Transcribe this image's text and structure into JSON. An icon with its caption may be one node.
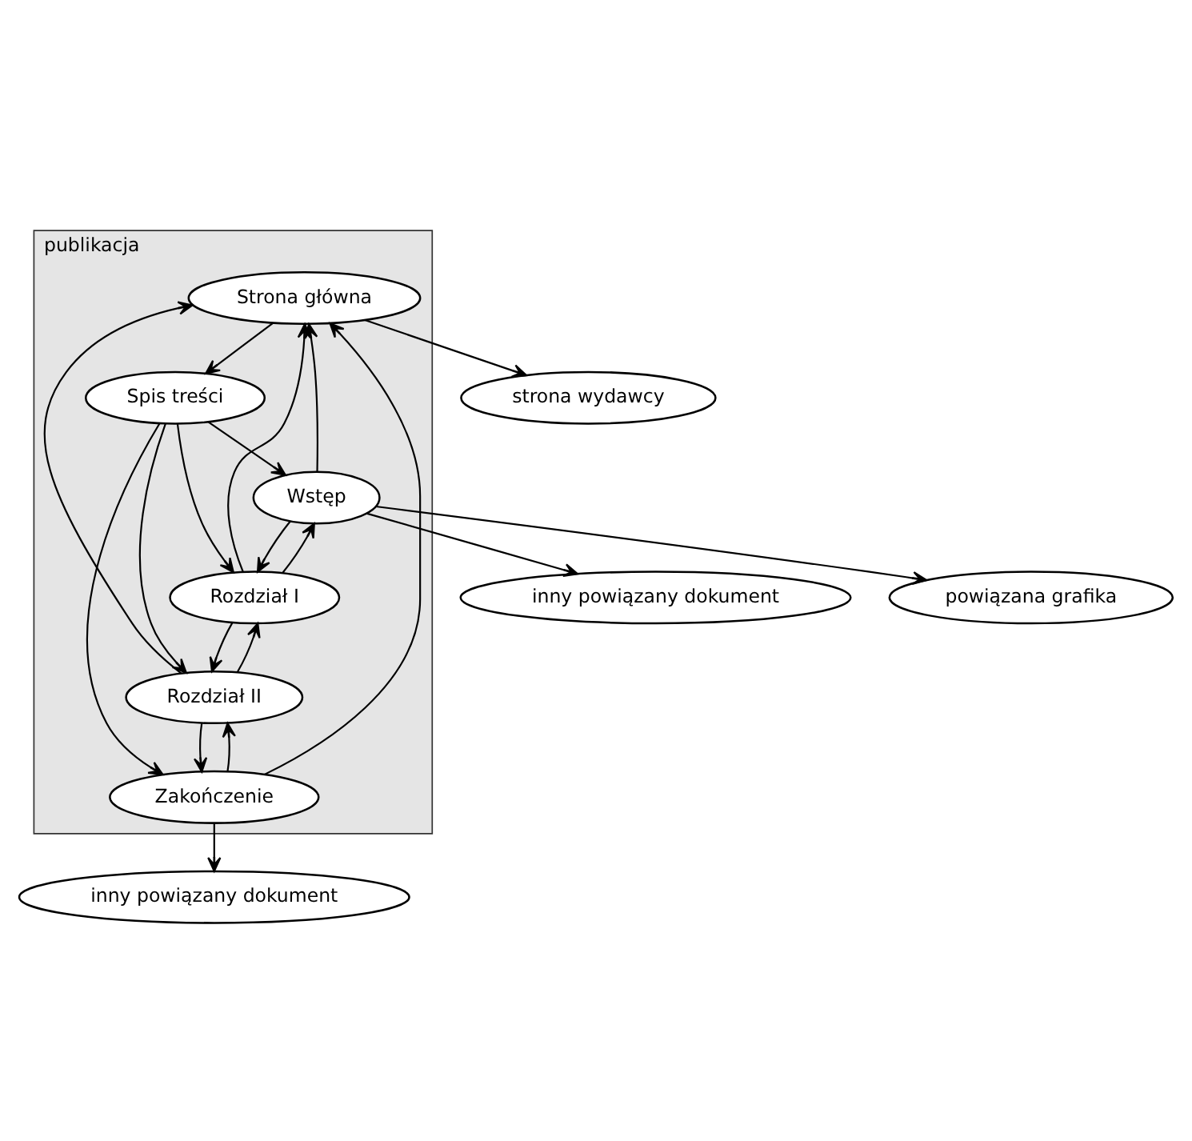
{
  "diagram": {
    "nodes": [
      {
        "text": [
          "publikacja"
        ]
      },
      {
        "text": [
          "Strona główna"
        ],
        "in": 0
      },
      {
        "text": [
          "Spis treści"
        ],
        "in": 0
      },
      {
        "text": [
          "Wstęp"
        ],
        "in": 0
      },
      {
        "text": [
          "Rozdział I"
        ],
        "in": 0
      },
      {
        "text": [
          "Rozdział II"
        ],
        "in": 0
      },
      {
        "text": [
          "Zakończenie"
        ],
        "in": 0
      },
      {
        "text": [
          "strona wydawcy"
        ]
      },
      {
        "text": [
          "inny powiązany dokument"
        ]
      },
      {
        "text": [
          "powiązana grafika"
        ]
      },
      {
        "text": [
          "inny powiązany dokument"
        ]
      }
    ],
    "edges": [
      {
        "from": 1,
        "to": 7,
        "arrow": "to"
      },
      {
        "from": 1,
        "to": 2,
        "arrow": "to"
      },
      {
        "from": 2,
        "to": 3,
        "arrow": "to"
      },
      {
        "from": 2,
        "to": 4,
        "arrow": "to"
      },
      {
        "from": 2,
        "to": 5,
        "arrow": "to"
      },
      {
        "from": 2,
        "to": 6,
        "arrow": "to"
      },
      {
        "from": 3,
        "to": 1,
        "arrow": "to"
      },
      {
        "from": 3,
        "to": 4,
        "arrow": "to"
      },
      {
        "from": 4,
        "to": 3,
        "arrow": "to"
      },
      {
        "from": 4,
        "to": 5,
        "arrow": "to"
      },
      {
        "from": 5,
        "to": 4,
        "arrow": "to"
      },
      {
        "from": 5,
        "to": 6,
        "arrow": "to"
      },
      {
        "from": 6,
        "to": 5,
        "arrow": "to"
      },
      {
        "from": 4,
        "to": 1,
        "arrow": "to"
      },
      {
        "from": 5,
        "to": 1,
        "arrow": "to"
      },
      {
        "from": 6,
        "to": 1,
        "arrow": "to"
      },
      {
        "from": 3,
        "to": 8,
        "arrow": "to"
      },
      {
        "from": 3,
        "to": 9,
        "arrow": "to"
      },
      {
        "from": 6,
        "to": 10,
        "arrow": "to"
      }
    ]
  }
}
